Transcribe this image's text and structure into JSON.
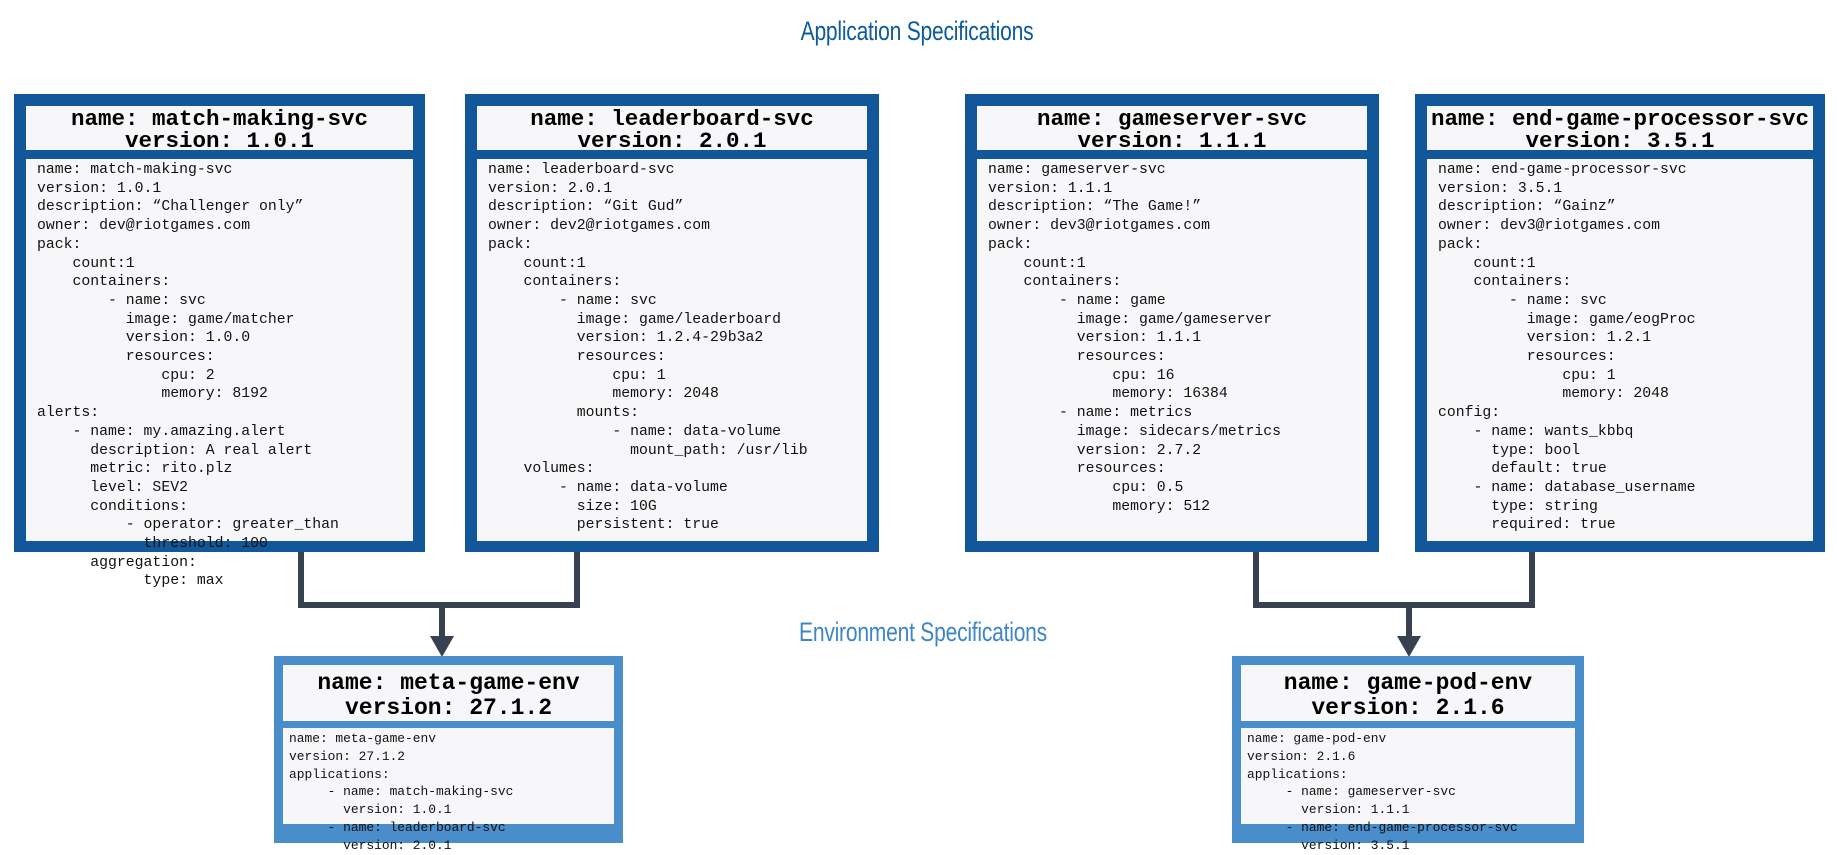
{
  "titles": {
    "applications": "Application Specifications",
    "environments": "Environment Specifications"
  },
  "colors": {
    "app_border": "#11579a",
    "env_border": "#4a8dcb",
    "connector": "#37414f",
    "panel": "#f7f7f9"
  },
  "apps": [
    {
      "header": "name: match-making-svc\nversion: 1.0.1",
      "body": "name: match-making-svc\nversion: 1.0.1\ndescription: “Challenger only”\nowner: dev@riotgames.com\npack:\n    count:1\n    containers:\n        - name: svc\n          image: game/matcher\n          version: 1.0.0\n          resources:\n              cpu: 2\n              memory: 8192\nalerts:\n    - name: my.amazing.alert\n      description: A real alert\n      metric: rito.plz\n      level: SEV2\n      conditions:\n          - operator: greater_than\n            threshold: 100\n      aggregation:\n            type: max"
    },
    {
      "header": "name: leaderboard-svc\nversion: 2.0.1",
      "body": "name: leaderboard-svc\nversion: 2.0.1\ndescription: “Git Gud”\nowner: dev2@riotgames.com\npack:\n    count:1\n    containers:\n        - name: svc\n          image: game/leaderboard\n          version: 1.2.4-29b3a2\n          resources:\n              cpu: 1\n              memory: 2048\n          mounts:\n              - name: data-volume\n                mount_path: /usr/lib\n    volumes:\n        - name: data-volume\n          size: 10G\n          persistent: true"
    },
    {
      "header": "name: gameserver-svc\nversion: 1.1.1",
      "body": "name: gameserver-svc\nversion: 1.1.1\ndescription: “The Game!”\nowner: dev3@riotgames.com\npack:\n    count:1\n    containers:\n        - name: game\n          image: game/gameserver\n          version: 1.1.1\n          resources:\n              cpu: 16\n              memory: 16384\n        - name: metrics\n          image: sidecars/metrics\n          version: 2.7.2\n          resources:\n              cpu: 0.5\n              memory: 512"
    },
    {
      "header": "name: end-game-processor-svc\nversion: 3.5.1",
      "body": "name: end-game-processor-svc\nversion: 3.5.1\ndescription: “Gainz”\nowner: dev3@riotgames.com\npack:\n    count:1\n    containers:\n        - name: svc\n          image: game/eogProc\n          version: 1.2.1\n          resources:\n              cpu: 1\n              memory: 2048\nconfig:\n    - name: wants_kbbq\n      type: bool\n      default: true\n    - name: database_username\n      type: string\n      required: true"
    }
  ],
  "envs": [
    {
      "header": "name: meta-game-env\nversion: 27.1.2",
      "body": "name: meta-game-env\nversion: 27.1.2\napplications:\n     - name: match-making-svc\n       version: 1.0.1\n     - name: leaderboard-svc\n       version: 2.0.1"
    },
    {
      "header": "name: game-pod-env\nversion: 2.1.6",
      "body": "name: game-pod-env\nversion: 2.1.6\napplications:\n     - name: gameserver-svc\n       version: 1.1.1\n     - name: end-game-processor-svc\n       version: 3.5.1"
    }
  ]
}
